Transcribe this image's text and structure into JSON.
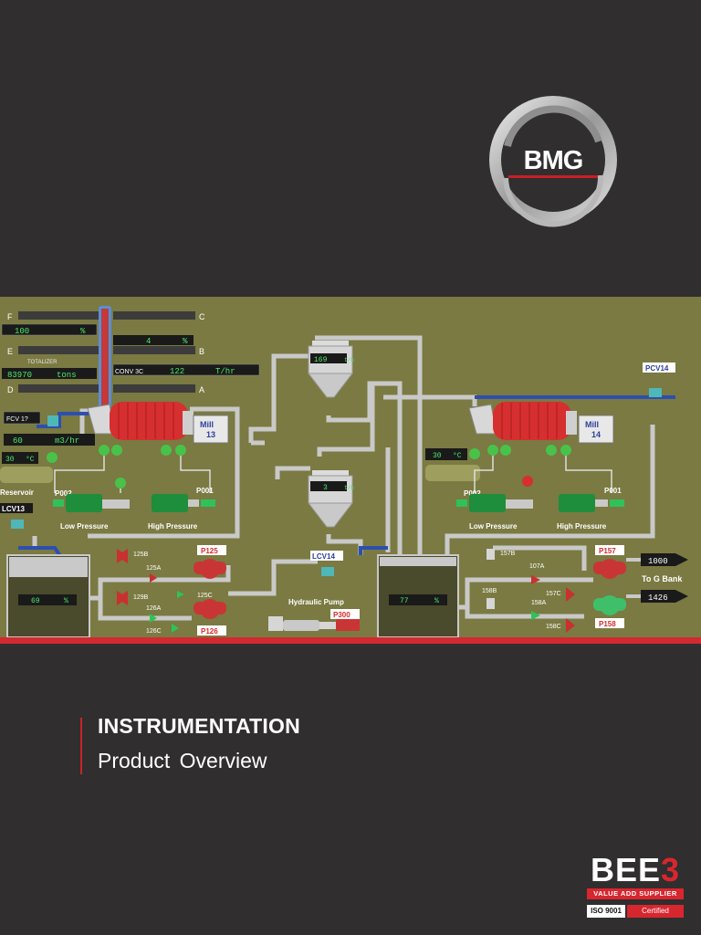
{
  "logo": {
    "text": "BMG"
  },
  "scada": {
    "left_panel": {
      "letters": [
        "F",
        "C",
        "E",
        "B",
        "D",
        "A"
      ],
      "readings": {
        "feed": "100",
        "feed_unit": "%",
        "b_val": "4",
        "b_unit": "%",
        "totalizer_label": "TOTALIZER",
        "totalizer": "83970",
        "totalizer_unit": "tons",
        "conv_label": "CONV 3C",
        "conv_val": "122",
        "conv_unit": "T/hr"
      },
      "fcv": "FCV 1?",
      "flow": "60",
      "flow_unit": "m3/hr",
      "temp": "30",
      "temp_unit": "°C",
      "reservoir": "Reservoir"
    },
    "mill_13": {
      "label": "Mill",
      "number": "13"
    },
    "mill_14": {
      "label": "Mill",
      "number": "14"
    },
    "hopper_1": {
      "value": "169",
      "unit": "t/h"
    },
    "hopper_2": {
      "value": "3",
      "unit": "t/h"
    },
    "pumps": {
      "p002_left": "P002",
      "p001_left": "P001",
      "p002_right": "P002",
      "p001_right": "P001",
      "low_pressure_left": "Low Pressure",
      "high_pressure_left": "High Pressure",
      "low_pressure_right": "Low Pressure",
      "high_pressure_right": "High Pressure",
      "p125": "P125",
      "p126": "P126",
      "p157": "P157",
      "p158": "P158",
      "p300": "P300",
      "hydraulic_pump": "Hydraulic Pump"
    },
    "valves": {
      "lcv13": "LCV13",
      "lcv14": "LCV14",
      "pcv14": "PCV14",
      "v125b": "125B",
      "v125a": "125A",
      "v125c": "125C",
      "v129b": "129B",
      "v126a": "126A",
      "v126c": "126C",
      "v157b": "157B",
      "v107a": "107A",
      "v157c": "157C",
      "v158b": "158B",
      "v158a": "158A",
      "v158c": "158C"
    },
    "tanks": {
      "left_level": "69",
      "left_unit": "%",
      "mid_level": "77",
      "mid_unit": "%"
    },
    "right_temp": "30",
    "right_temp_unit": "°C",
    "outputs": {
      "out1": "1000",
      "out2": "1426",
      "to_g_bank": "To G Bank"
    }
  },
  "title": {
    "main": "INSTRUMENTATION",
    "sub": "Product Overview"
  },
  "badge": {
    "brand": "BEE",
    "brand_num": "3",
    "tagline": "VALUE ADD SUPPLIER",
    "iso": "ISO 9001",
    "certified": "Certified"
  },
  "colors": {
    "background": "#302e2f",
    "panel": "#7a7a42",
    "accent_red": "#d22a30"
  }
}
